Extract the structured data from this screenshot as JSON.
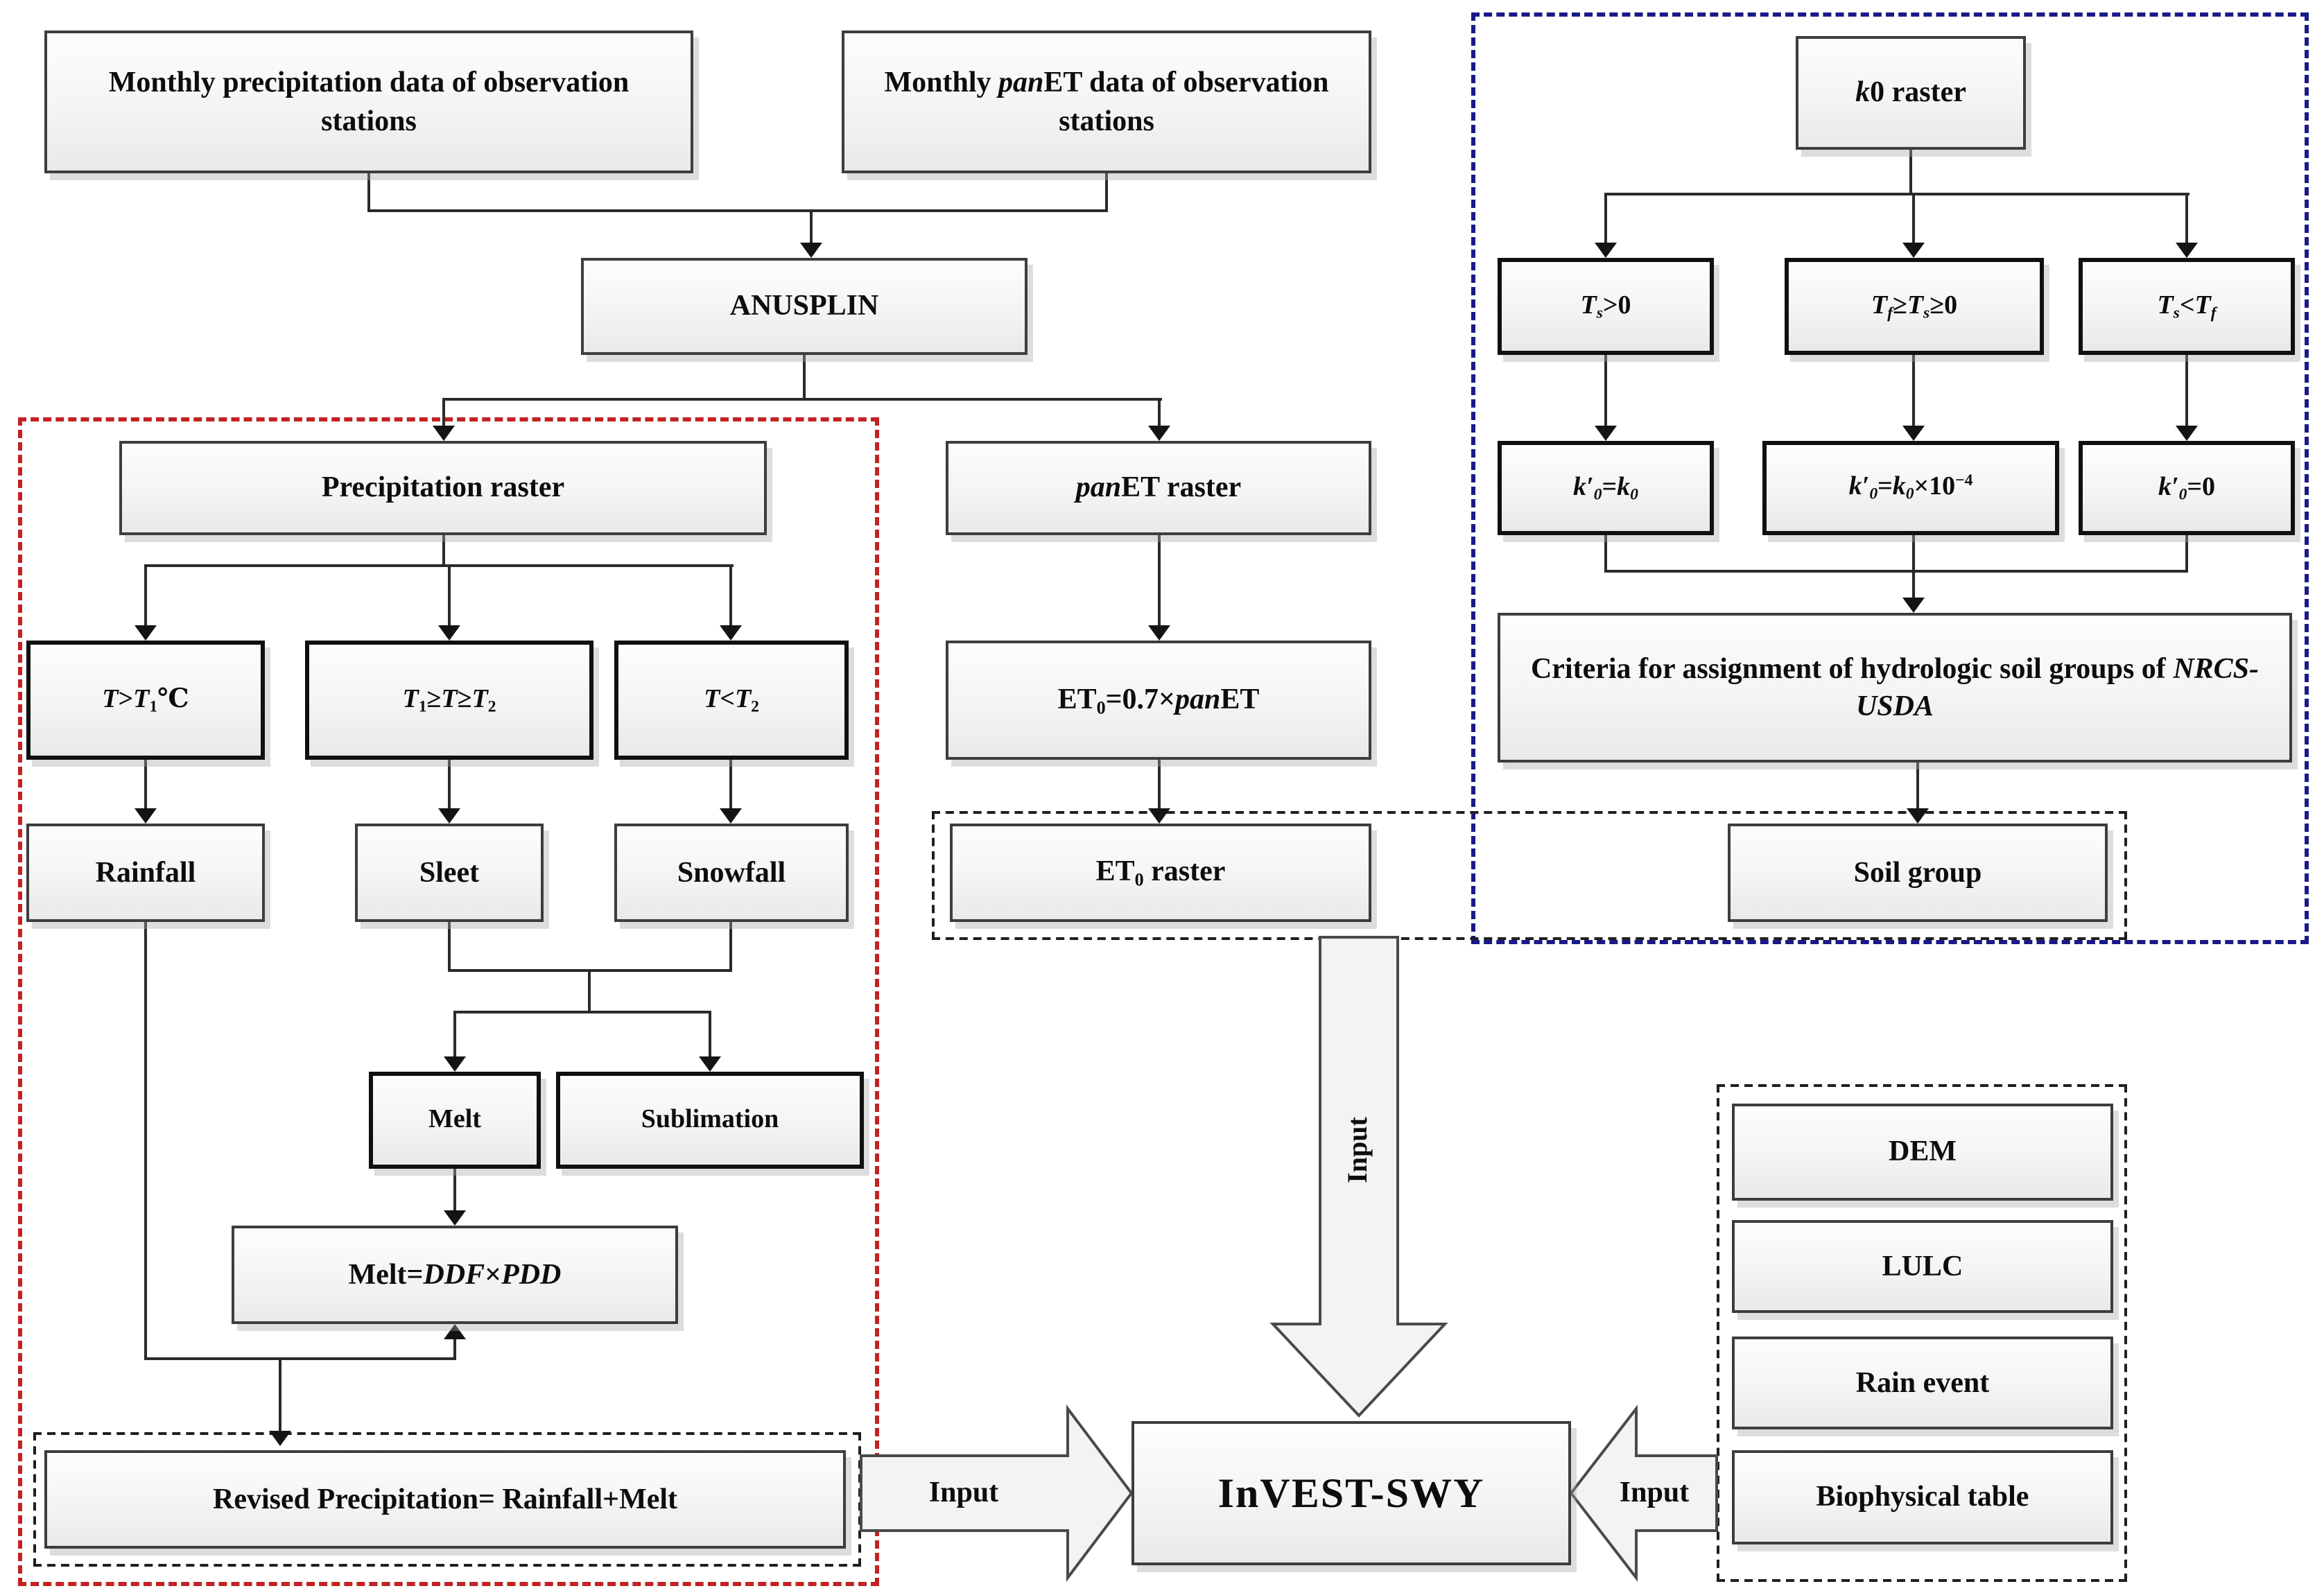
{
  "colors": {
    "red_dashed_group": "#c32222",
    "blue_dashed_group": "#1a1a8a",
    "black_dashed_group": "#1f1f1f",
    "connector_line": "#2a2a2a",
    "node_fill": "#f4f4f4",
    "node_border": "#3d3d3d"
  },
  "nodes": {
    "monthly_precip": [
      {
        "t": "Monthly precipitation data of observation stations"
      }
    ],
    "monthly_panet": [
      {
        "t": "Monthly "
      },
      {
        "t": "pan",
        "s": "i"
      },
      {
        "t": "ET data of observation stations"
      }
    ],
    "anusplin": [
      {
        "t": "ANUSPLIN"
      }
    ],
    "k0_raster": [
      {
        "t": "k",
        "s": "i"
      },
      {
        "t": "0 raster"
      }
    ],
    "precip_raster": [
      {
        "t": "Precipitation raster"
      }
    ],
    "panet_raster": [
      {
        "t": "pan",
        "s": "i"
      },
      {
        "t": "ET raster"
      }
    ],
    "ts_gt_0": [
      {
        "t": "T",
        "s": "i"
      },
      {
        "t": "s",
        "s": "subi"
      },
      {
        "t": ">0"
      }
    ],
    "tf_ts_0": [
      {
        "t": "T",
        "s": "i"
      },
      {
        "t": "f",
        "s": "subi"
      },
      {
        "t": "≥"
      },
      {
        "t": "T",
        "s": "i"
      },
      {
        "t": "s",
        "s": "subi"
      },
      {
        "t": "≥0"
      }
    ],
    "ts_lt_tf": [
      {
        "t": "T",
        "s": "i"
      },
      {
        "t": "s",
        "s": "subi"
      },
      {
        "t": "<"
      },
      {
        "t": "T",
        "s": "i"
      },
      {
        "t": "f",
        "s": "subi"
      }
    ],
    "k_eq_k0": [
      {
        "t": "k′",
        "s": "i"
      },
      {
        "t": "0",
        "s": "subi"
      },
      {
        "t": "="
      },
      {
        "t": "k",
        "s": "i"
      },
      {
        "t": "0",
        "s": "subi"
      }
    ],
    "k_eq_k0e4": [
      {
        "t": "k′",
        "s": "i"
      },
      {
        "t": "0",
        "s": "subi"
      },
      {
        "t": "="
      },
      {
        "t": "k",
        "s": "i"
      },
      {
        "t": "0",
        "s": "subi"
      },
      {
        "t": "×10"
      },
      {
        "t": "−4",
        "s": "sup"
      }
    ],
    "k_eq_0": [
      {
        "t": "k′",
        "s": "i"
      },
      {
        "t": "0",
        "s": "subi"
      },
      {
        "t": "=0"
      }
    ],
    "criteria": [
      {
        "t": "Criteria for assignment of hydrologic soil groups of "
      },
      {
        "t": "NRCS-USDA",
        "s": "i"
      }
    ],
    "t_gt_t1": [
      {
        "t": "T",
        "s": "i"
      },
      {
        "t": ">"
      },
      {
        "t": "T",
        "s": "i"
      },
      {
        "t": "1",
        "s": "sub"
      },
      {
        "t": "℃"
      }
    ],
    "t1_t_t2": [
      {
        "t": "T",
        "s": "i"
      },
      {
        "t": "1",
        "s": "sub"
      },
      {
        "t": "≥"
      },
      {
        "t": "T",
        "s": "i"
      },
      {
        "t": "≥"
      },
      {
        "t": "T",
        "s": "i"
      },
      {
        "t": "2",
        "s": "sub"
      }
    ],
    "t_lt_t2": [
      {
        "t": "T",
        "s": "i"
      },
      {
        "t": "<"
      },
      {
        "t": "T",
        "s": "i"
      },
      {
        "t": "2",
        "s": "sub"
      }
    ],
    "et0_formula": [
      {
        "t": "ET"
      },
      {
        "t": "0",
        "s": "sub"
      },
      {
        "t": "=0.7×"
      },
      {
        "t": "pan",
        "s": "i"
      },
      {
        "t": "ET"
      }
    ],
    "rainfall": [
      {
        "t": "Rainfall"
      }
    ],
    "sleet": [
      {
        "t": "Sleet"
      }
    ],
    "snowfall": [
      {
        "t": "Snowfall"
      }
    ],
    "et0_raster": [
      {
        "t": "ET"
      },
      {
        "t": "0",
        "s": "sub"
      },
      {
        "t": " raster"
      }
    ],
    "soil_group": [
      {
        "t": "Soil group"
      }
    ],
    "melt": [
      {
        "t": "Melt"
      }
    ],
    "sublimation": [
      {
        "t": "Sublimation"
      }
    ],
    "melt_formula": [
      {
        "t": "Melt="
      },
      {
        "t": "DDF",
        "s": "i"
      },
      {
        "t": "×"
      },
      {
        "t": "PDD",
        "s": "i"
      }
    ],
    "revised_precip": [
      {
        "t": "Revised Precipitation= Rainfall+Melt"
      }
    ],
    "invest_swy": [
      {
        "t": "InVEST-SWY"
      }
    ],
    "dem": [
      {
        "t": "DEM"
      }
    ],
    "lulc": [
      {
        "t": "LULC"
      }
    ],
    "rain_event": [
      {
        "t": "Rain event"
      }
    ],
    "biophysical_table": [
      {
        "t": "Biophysical table"
      }
    ]
  },
  "arrows": {
    "input_vertical": "Input",
    "input_left": "Input",
    "input_right": "Input"
  }
}
